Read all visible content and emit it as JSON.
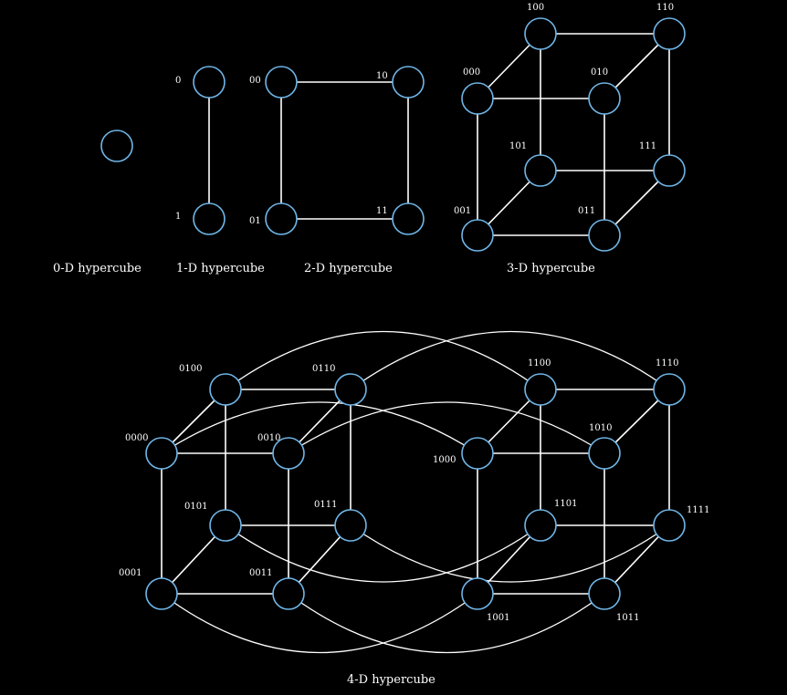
{
  "colors": {
    "background": "#000000",
    "edge": "#ffffff",
    "node_stroke": "#6fb6e8",
    "text": "#ffffff"
  },
  "captions": {
    "d0": "0-D hypercube",
    "d1": "1-D hypercube",
    "d2": "2-D hypercube",
    "d3": "3-D hypercube",
    "d4": "4-D hypercube"
  },
  "cube1": {
    "nodes": [
      "0",
      "1"
    ]
  },
  "cube2": {
    "nodes": [
      "00",
      "10",
      "01",
      "11"
    ]
  },
  "cube3": {
    "nodes": [
      "100",
      "110",
      "000",
      "010",
      "101",
      "111",
      "001",
      "011"
    ]
  },
  "cube4": {
    "nodes": [
      "0100",
      "0110",
      "0000",
      "0010",
      "0101",
      "0111",
      "0001",
      "0011",
      "1100",
      "1110",
      "1000",
      "1010",
      "1101",
      "1111",
      "1001",
      "1011"
    ]
  }
}
